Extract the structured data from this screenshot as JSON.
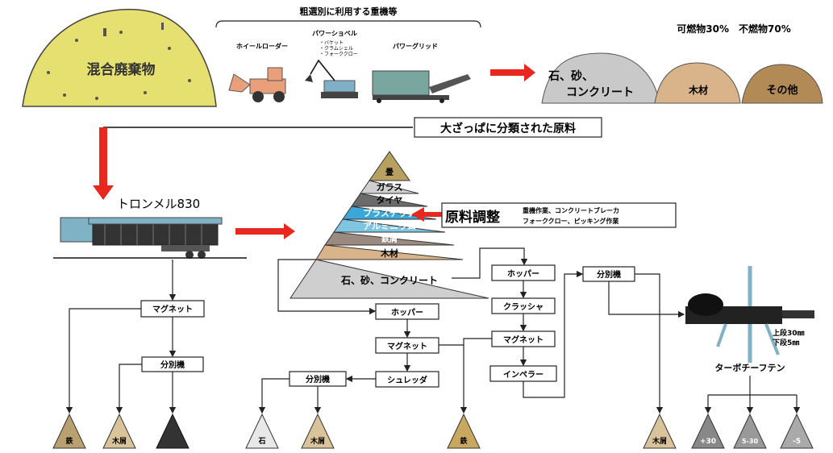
{
  "top": {
    "mixed_waste": "混合廃棄物",
    "machinery_title": "粗選別に利用する重機等",
    "wheel_loader": "ホイールローダー",
    "power_shovel": "パワーショベル",
    "shovel_opts": [
      "・バケット",
      "・クラムシェル",
      "・フォーククロー"
    ],
    "power_grid": "パワーグリッド",
    "ratio": "可燃物30%　不燃物70%",
    "pile_stone_l1": "石、砂、",
    "pile_stone_l2": "コンクリート",
    "pile_wood": "木材",
    "pile_other": "その他"
  },
  "banner": "大ざっぱに分類された原料",
  "trommel_label": "トロンメル830",
  "pyramid": [
    "畳",
    "ガラス",
    "タイヤ",
    "プラスチック",
    "アルミニウム",
    "鉄屑",
    "木材",
    "石、砂、コンクリート"
  ],
  "adjust": {
    "label": "原料調整",
    "note_l1": "重機作業、コンクリートブレーカ",
    "note_l2": "フォーククロー、ピッキング作業"
  },
  "flow": {
    "magnet": "マグネット",
    "separator": "分別機",
    "hopper": "ホッパー",
    "shredder": "シュレッダ",
    "crusher": "クラッシャ",
    "impeller": "インペラー",
    "turbo": "ターボチーフテン",
    "screen_note_l1": "上段30㎜",
    "screen_note_l2": "下段5㎜"
  },
  "outputs": [
    "鉄",
    "木屑",
    "",
    "石",
    "木屑",
    "鉄",
    "木屑",
    "+30",
    "5-30",
    "-5"
  ],
  "colors": {
    "arrow": "#e8281e",
    "mixed_pile": "#e6e070",
    "wood_pile": "#d9b48a",
    "other_pile": "#b28a55",
    "stone_pile": "#c9c9c9"
  }
}
